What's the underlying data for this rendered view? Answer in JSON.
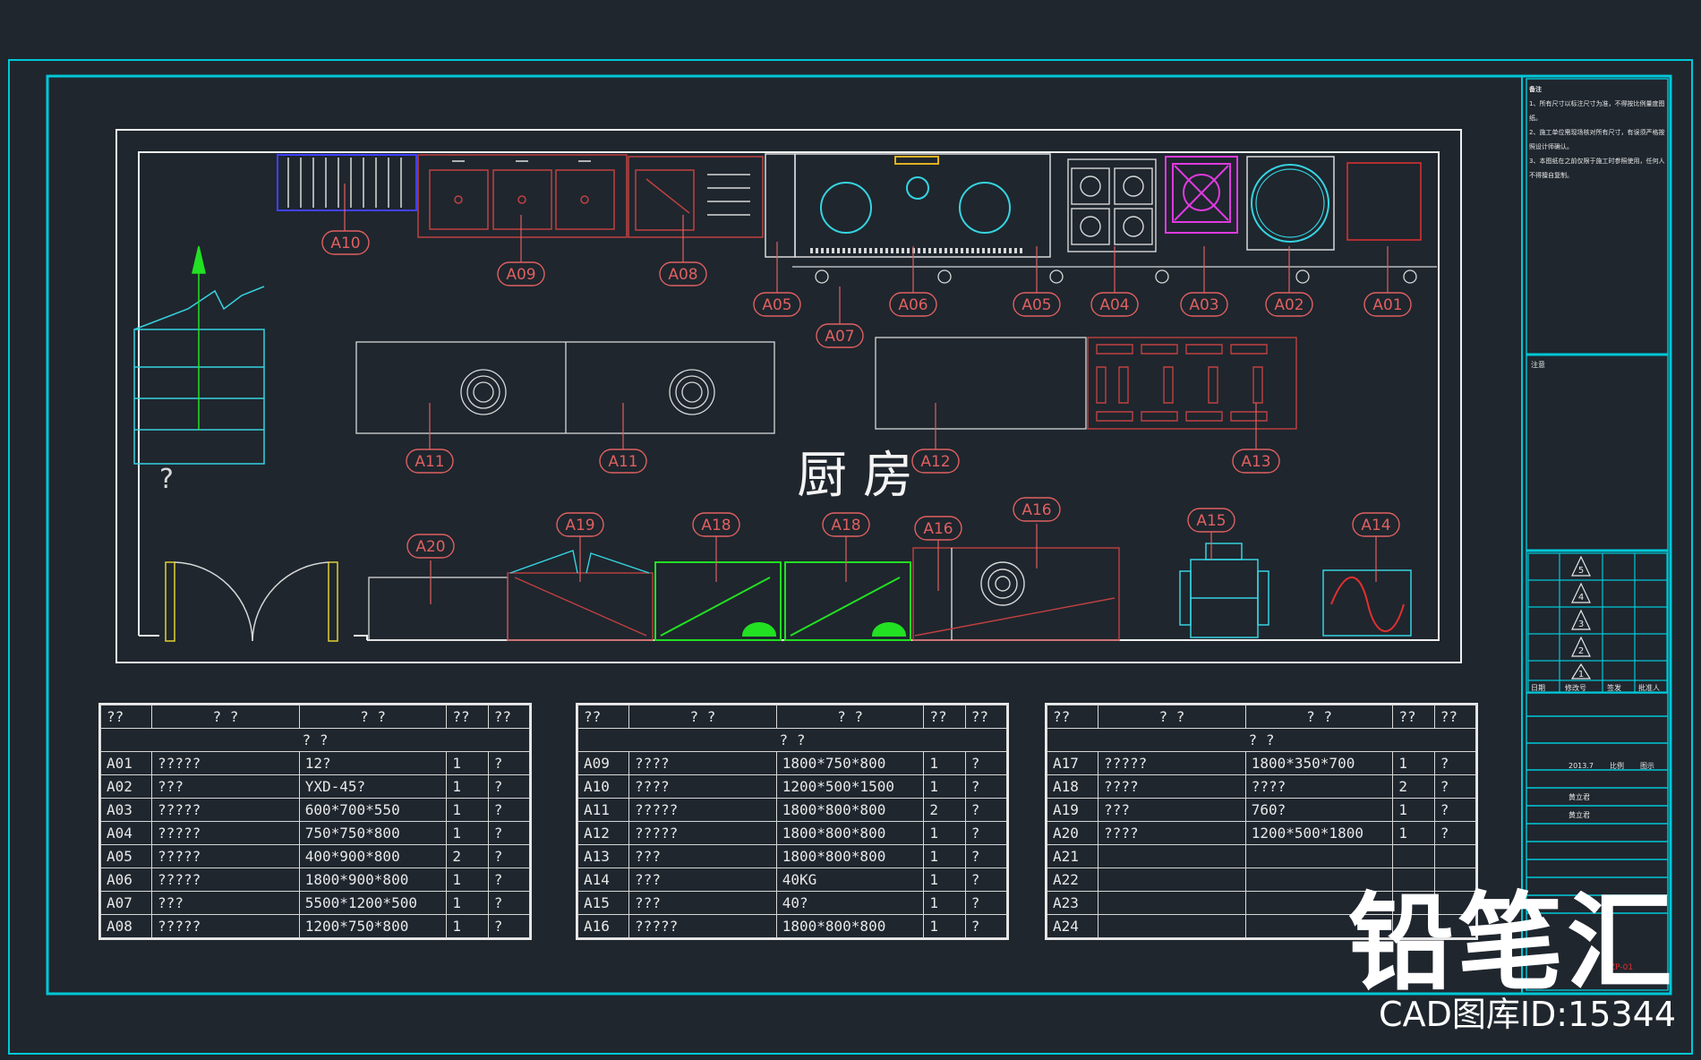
{
  "room_title": "厨 房",
  "tags": {
    "A01": "A01",
    "A02": "A02",
    "A03": "A03",
    "A04": "A04",
    "A05": "A05",
    "A06": "A06",
    "A07": "A07",
    "A08": "A08",
    "A09": "A09",
    "A10": "A10",
    "A11": "A11",
    "A12": "A12",
    "A13": "A13",
    "A14": "A14",
    "A15": "A15",
    "A16": "A16",
    "A18": "A18",
    "A19": "A19",
    "A20": "A20"
  },
  "stair_mark": "?",
  "tables": [
    {
      "header": [
        "??",
        "?  ?",
        "?    ?",
        "??",
        "??"
      ],
      "subheader": "? ?",
      "rows": [
        [
          "A01",
          "?????",
          "12?",
          "1",
          "?"
        ],
        [
          "A02",
          "???",
          "YXD-45?",
          "1",
          "?"
        ],
        [
          "A03",
          "?????",
          "600*700*550",
          "1",
          "?"
        ],
        [
          "A04",
          "?????",
          "750*750*800",
          "1",
          "?"
        ],
        [
          "A05",
          "?????",
          "400*900*800",
          "2",
          "?"
        ],
        [
          "A06",
          "?????",
          "1800*900*800",
          "1",
          "?"
        ],
        [
          "A07",
          "???",
          "5500*1200*500",
          "1",
          "?"
        ],
        [
          "A08",
          "?????",
          "1200*750*800",
          "1",
          "?"
        ]
      ]
    },
    {
      "header": [
        "??",
        "?  ?",
        "?    ?",
        "??",
        "??"
      ],
      "subheader": "? ?",
      "rows": [
        [
          "A09",
          "????",
          "1800*750*800",
          "1",
          "?"
        ],
        [
          "A10",
          "????",
          "1200*500*1500",
          "1",
          "?"
        ],
        [
          "A11",
          "?????",
          "1800*800*800",
          "2",
          "?"
        ],
        [
          "A12",
          "?????",
          "1800*800*800",
          "1",
          "?"
        ],
        [
          "A13",
          "???",
          "1800*800*800",
          "1",
          "?"
        ],
        [
          "A14",
          "???",
          "40KG",
          "1",
          "?"
        ],
        [
          "A15",
          "???",
          "40?",
          "1",
          "?"
        ],
        [
          "A16",
          "?????",
          "1800*800*800",
          "1",
          "?"
        ]
      ]
    },
    {
      "header": [
        "??",
        "?  ?",
        "?    ?",
        "??",
        "??"
      ],
      "subheader": "? ?",
      "rows": [
        [
          "A17",
          "?????",
          "1800*350*700",
          "1",
          "?"
        ],
        [
          "A18",
          "????",
          "????",
          "2",
          "?"
        ],
        [
          "A19",
          "???",
          "760?",
          "1",
          "?"
        ],
        [
          "A20",
          "????",
          "1200*500*1800",
          "1",
          "?"
        ],
        [
          "A21",
          "",
          "",
          "",
          ""
        ],
        [
          "A22",
          "",
          "",
          "",
          ""
        ],
        [
          "A23",
          "",
          "",
          "",
          ""
        ],
        [
          "A24",
          "",
          "",
          "",
          ""
        ]
      ]
    }
  ],
  "title_block": {
    "notes_title": "备注",
    "notes": [
      "1、所有尺寸以标注尺寸为准，不得按比例量度图纸。",
      "2、施工单位需现场核对所有尺寸，有误须严格按照设计师确认。",
      "3、本图纸在之前仅限于施工时参照使用，任何人不得擅自复制。"
    ],
    "remark_title": "注意",
    "revision_marks": [
      "5",
      "4",
      "3",
      "2",
      "1"
    ],
    "revision_header": [
      "日期",
      "修改号",
      "签发",
      "批准人"
    ],
    "date": "2013.7",
    "scale_label": "比例",
    "scale_value": "图示",
    "designer": "黄立君",
    "drawer": "黄立君",
    "drawing_no": "ZP-01"
  },
  "watermark": {
    "brand": "铅笔汇",
    "id_line": "CAD图库ID:15344"
  },
  "colors": {
    "background": "#1f262e",
    "frame_cyan": "#00c8d8",
    "label_red": "#e06060",
    "equipment_cyan": "#36d4e0",
    "green": "#22e022",
    "magenta": "#e03ae0",
    "wall_white": "#f0f0f0"
  }
}
